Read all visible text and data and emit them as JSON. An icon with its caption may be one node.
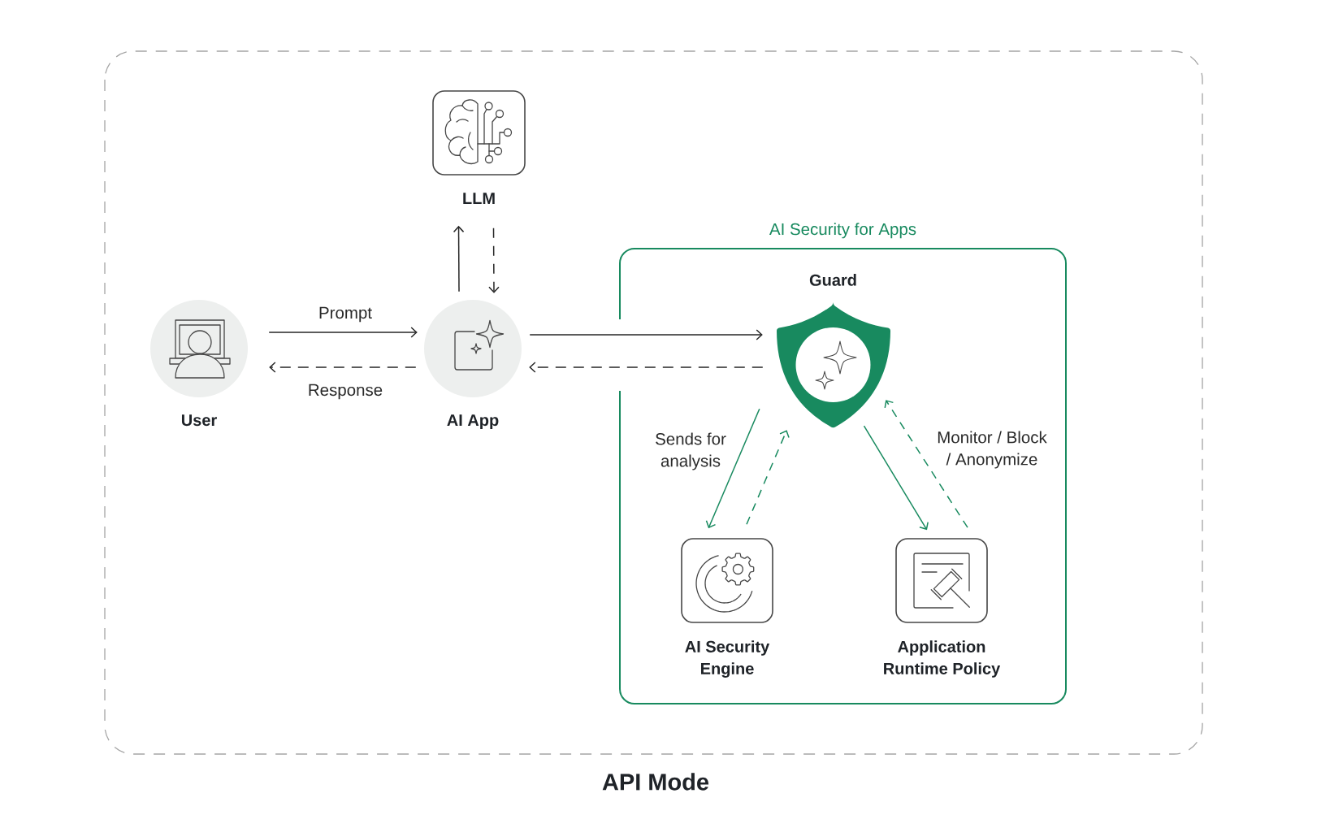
{
  "diagram": {
    "title": "API Mode",
    "nodes": [
      {
        "text": [
          "LLM"
        ]
      },
      {
        "text": [
          "User"
        ]
      },
      {
        "text": [
          "AI App"
        ]
      },
      {
        "text": [
          "AI Security for Apps"
        ]
      },
      {
        "text": [
          "Guard"
        ],
        "in": 3
      },
      {
        "text": [
          "AI Security Engine"
        ],
        "in": 3
      },
      {
        "text": [
          "Application Runtime Policy"
        ],
        "in": 3
      }
    ],
    "edges": [
      {
        "from": 1,
        "to": 2,
        "arrow": "to",
        "label": "Prompt"
      },
      {
        "from": 2,
        "to": 1,
        "arrow": "to",
        "style": "dashed",
        "label": "Response"
      },
      {
        "from": 2,
        "to": 0,
        "arrow": "to"
      },
      {
        "from": 0,
        "to": 2,
        "arrow": "to",
        "style": "dashed"
      },
      {
        "from": 2,
        "to": 4,
        "arrow": "to"
      },
      {
        "from": 4,
        "to": 2,
        "arrow": "to",
        "style": "dashed"
      },
      {
        "from": 4,
        "to": 5,
        "arrow": "to",
        "color": "#188a5f",
        "label": "Sends for analysis"
      },
      {
        "from": 5,
        "to": 4,
        "arrow": "to",
        "style": "dashed",
        "color": "#188a5f"
      },
      {
        "from": 4,
        "to": 6,
        "arrow": "to",
        "color": "#188a5f"
      },
      {
        "from": 6,
        "to": 4,
        "arrow": "to",
        "style": "dashed",
        "color": "#188a5f",
        "label": "Monitor / Block / Anonymize"
      }
    ]
  }
}
